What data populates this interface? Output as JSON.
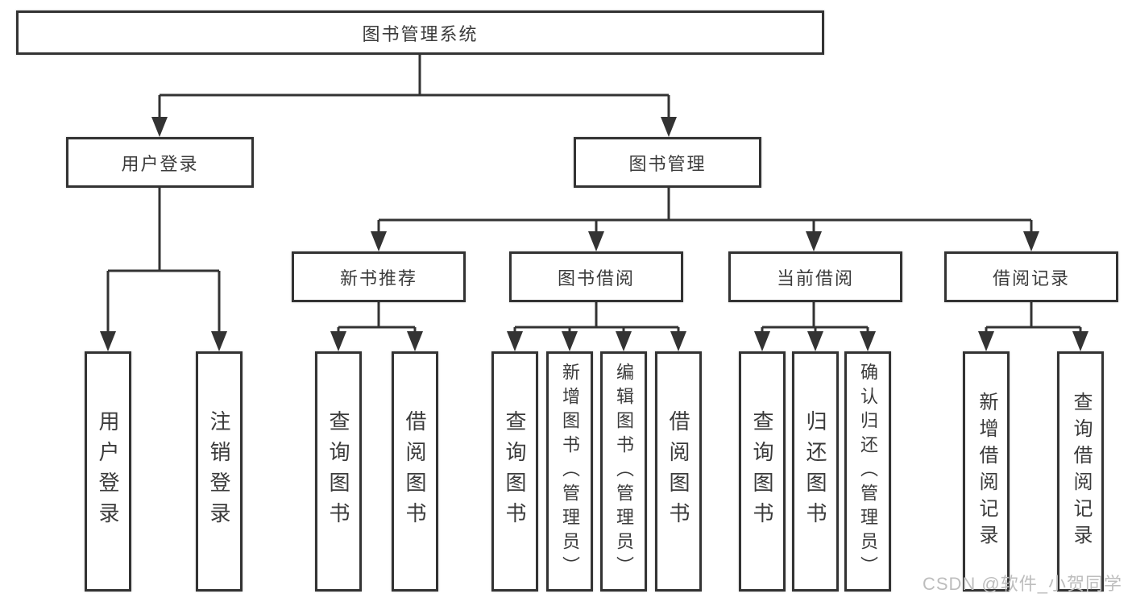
{
  "diagram": {
    "type": "tree",
    "root": {
      "label": "图书管理系统",
      "children": [
        {
          "label": "用户登录",
          "children": [
            {
              "label": "用户登录"
            },
            {
              "label": "注销登录"
            }
          ]
        },
        {
          "label": "图书管理",
          "children": [
            {
              "label": "新书推荐",
              "children": [
                {
                  "label": "查询图书"
                },
                {
                  "label": "借阅图书"
                }
              ]
            },
            {
              "label": "图书借阅",
              "children": [
                {
                  "label": "查询图书"
                },
                {
                  "label": "新增图书（管理员）"
                },
                {
                  "label": "编辑图书（管理员）"
                },
                {
                  "label": "借阅图书"
                }
              ]
            },
            {
              "label": "当前借阅",
              "children": [
                {
                  "label": "查询图书"
                },
                {
                  "label": "归还图书"
                },
                {
                  "label": "确认归还（管理员）"
                }
              ]
            },
            {
              "label": "借阅记录",
              "children": [
                {
                  "label": "新增借阅记录"
                },
                {
                  "label": "查询借阅记录"
                }
              ]
            }
          ]
        }
      ]
    }
  },
  "watermark": {
    "text": "CSDN @软件_小贺同学"
  },
  "colors": {
    "line": "#333333",
    "box_border": "#333333",
    "text": "#3b3b3b",
    "watermark": "#bdbdbd",
    "background": "#ffffff"
  }
}
